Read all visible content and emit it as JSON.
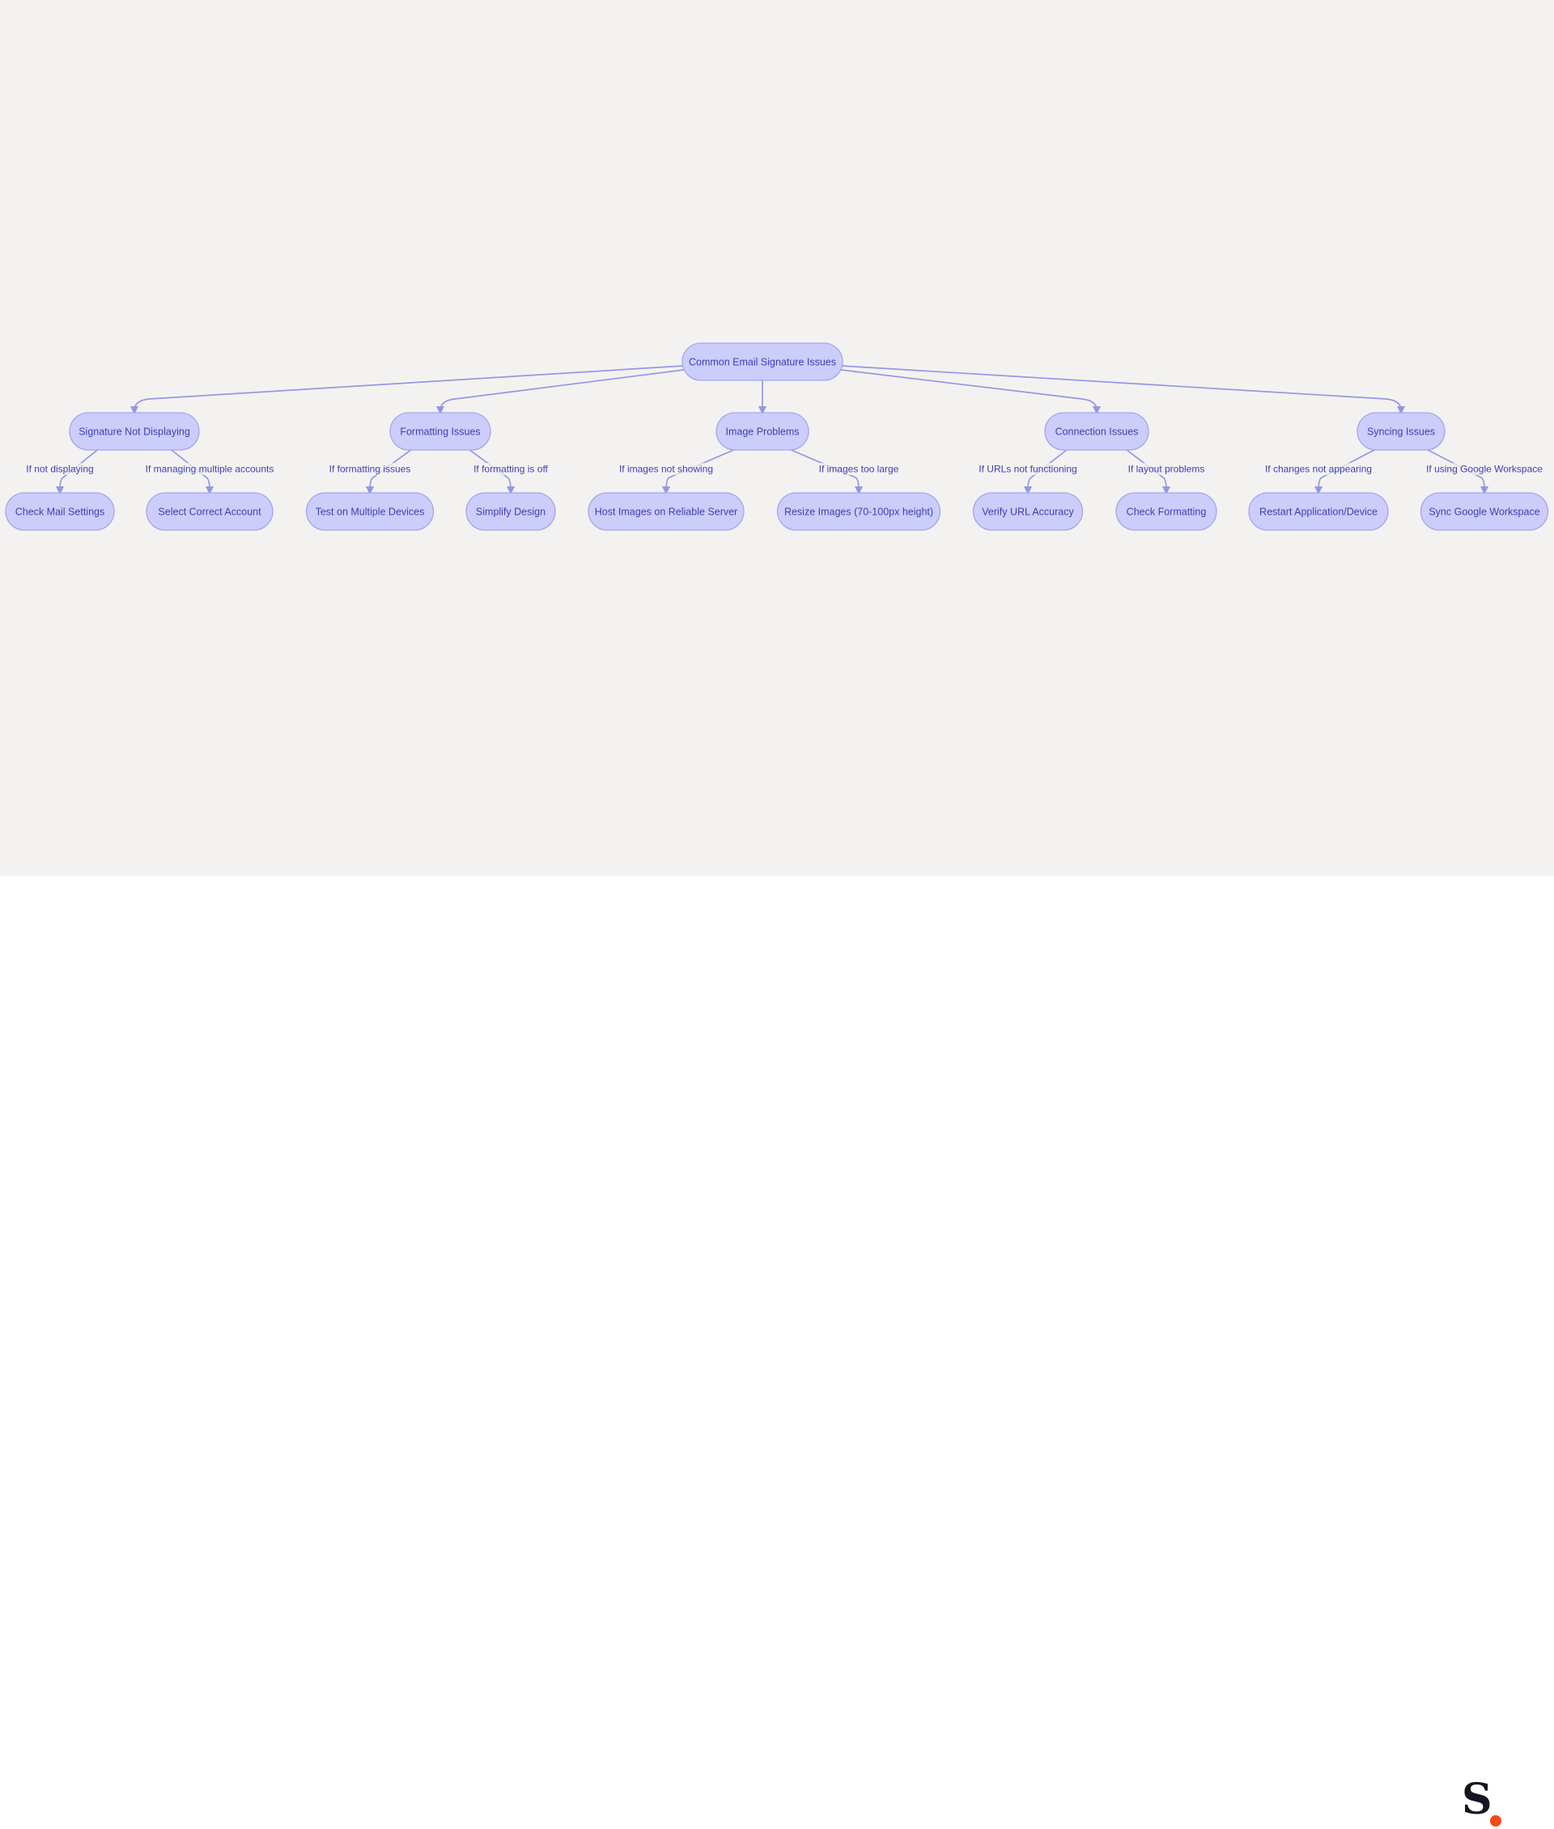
{
  "diagram": {
    "root": {
      "id": "root",
      "label": "Common Email Signature Issues"
    },
    "categories": [
      {
        "id": "cat1",
        "label": "Signature Not Displaying",
        "children": [
          {
            "id": "c1a",
            "label": "Check Mail Settings",
            "edge_label": "If not displaying"
          },
          {
            "id": "c1b",
            "label": "Select Correct Account",
            "edge_label": "If managing multiple accounts"
          }
        ]
      },
      {
        "id": "cat2",
        "label": "Formatting Issues",
        "children": [
          {
            "id": "c2a",
            "label": "Test on Multiple Devices",
            "edge_label": "If formatting issues"
          },
          {
            "id": "c2b",
            "label": "Simplify Design",
            "edge_label": "If formatting is off"
          }
        ]
      },
      {
        "id": "cat3",
        "label": "Image Problems",
        "children": [
          {
            "id": "c3a",
            "label": "Host Images on Reliable Server",
            "edge_label": "If images not showing"
          },
          {
            "id": "c3b",
            "label": "Resize Images (70-100px height)",
            "edge_label": "If images too large"
          }
        ]
      },
      {
        "id": "cat4",
        "label": "Connection Issues",
        "children": [
          {
            "id": "c4a",
            "label": "Verify URL Accuracy",
            "edge_label": "If URLs not functioning"
          },
          {
            "id": "c4b",
            "label": "Check Formatting",
            "edge_label": "If layout problems"
          }
        ]
      },
      {
        "id": "cat5",
        "label": "Syncing Issues",
        "children": [
          {
            "id": "c5a",
            "label": "Restart Application/Device",
            "edge_label": "If changes not appearing"
          },
          {
            "id": "c5b",
            "label": "Sync Google Workspace",
            "edge_label": "If using Google Workspace"
          }
        ]
      }
    ],
    "colors": {
      "node_fill": "#cccdfa",
      "node_stroke": "#a4a6ee",
      "text": "#3d3fb1",
      "edge": "#9597e2",
      "background": "#f3f2f1"
    }
  },
  "footer": {
    "logo_letter": "S",
    "logo_dot_color": "#f04a1d"
  }
}
